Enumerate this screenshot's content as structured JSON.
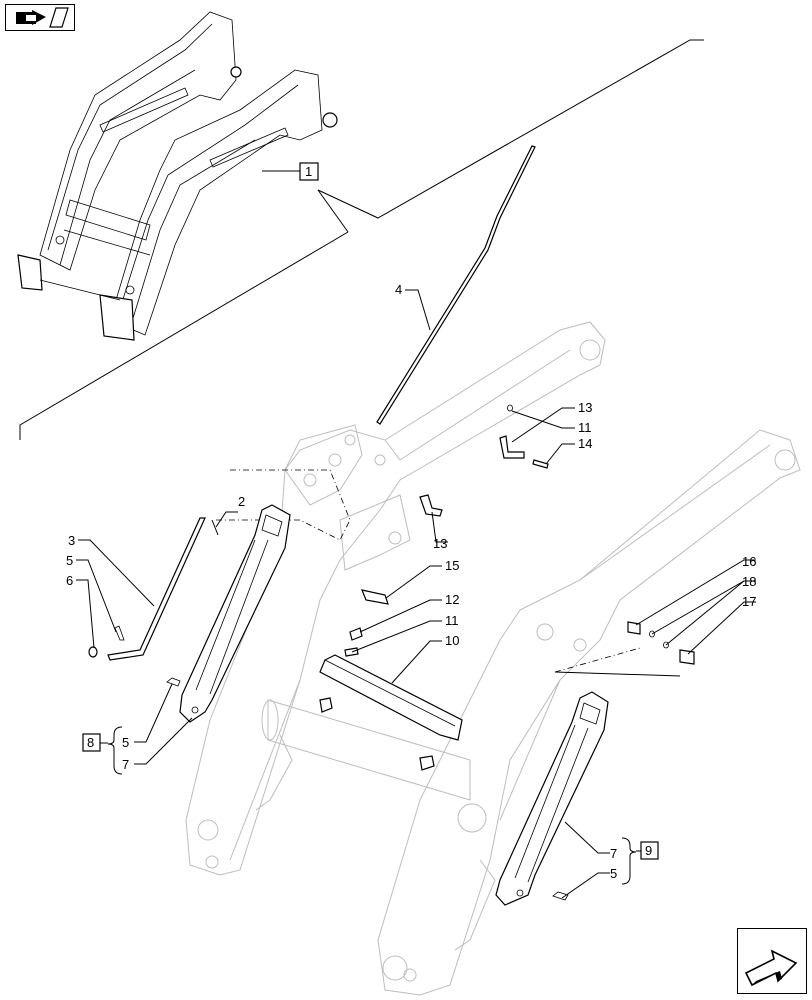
{
  "figure": {
    "callouts": [
      "1",
      "2",
      "3",
      "4",
      "5",
      "6",
      "7",
      "8",
      "9",
      "10",
      "11",
      "12",
      "13",
      "14",
      "15",
      "16",
      "17",
      "18"
    ],
    "group_8": {
      "box": "8",
      "items": [
        "5",
        "7"
      ]
    },
    "group_9": {
      "box": "9",
      "items": [
        "7",
        "5"
      ]
    }
  },
  "nav": {
    "top_icon": "book-arrow-icon",
    "bottom_icon": "next-arrow-icon"
  },
  "colors": {
    "ink": "#000000",
    "ghost": "#bdbdbd",
    "paper": "#ffffff"
  }
}
